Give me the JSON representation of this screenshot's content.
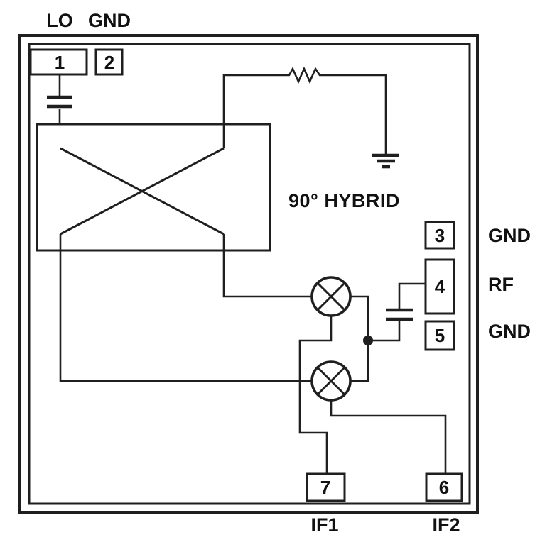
{
  "figure": {
    "background": "#ffffff",
    "line_color": "#1f1f1f",
    "text_color": "#111111"
  },
  "labels": {
    "lo": "LO",
    "gnd_top": "GND",
    "hybrid": "90° HYBRID",
    "gnd_right_top": "GND",
    "rf": "RF",
    "gnd_right_bottom": "GND",
    "if1": "IF1",
    "if2": "IF2"
  },
  "pins": {
    "p1": "1",
    "p2": "2",
    "p3": "3",
    "p4": "4",
    "p5": "5",
    "p6": "6",
    "p7": "7"
  }
}
